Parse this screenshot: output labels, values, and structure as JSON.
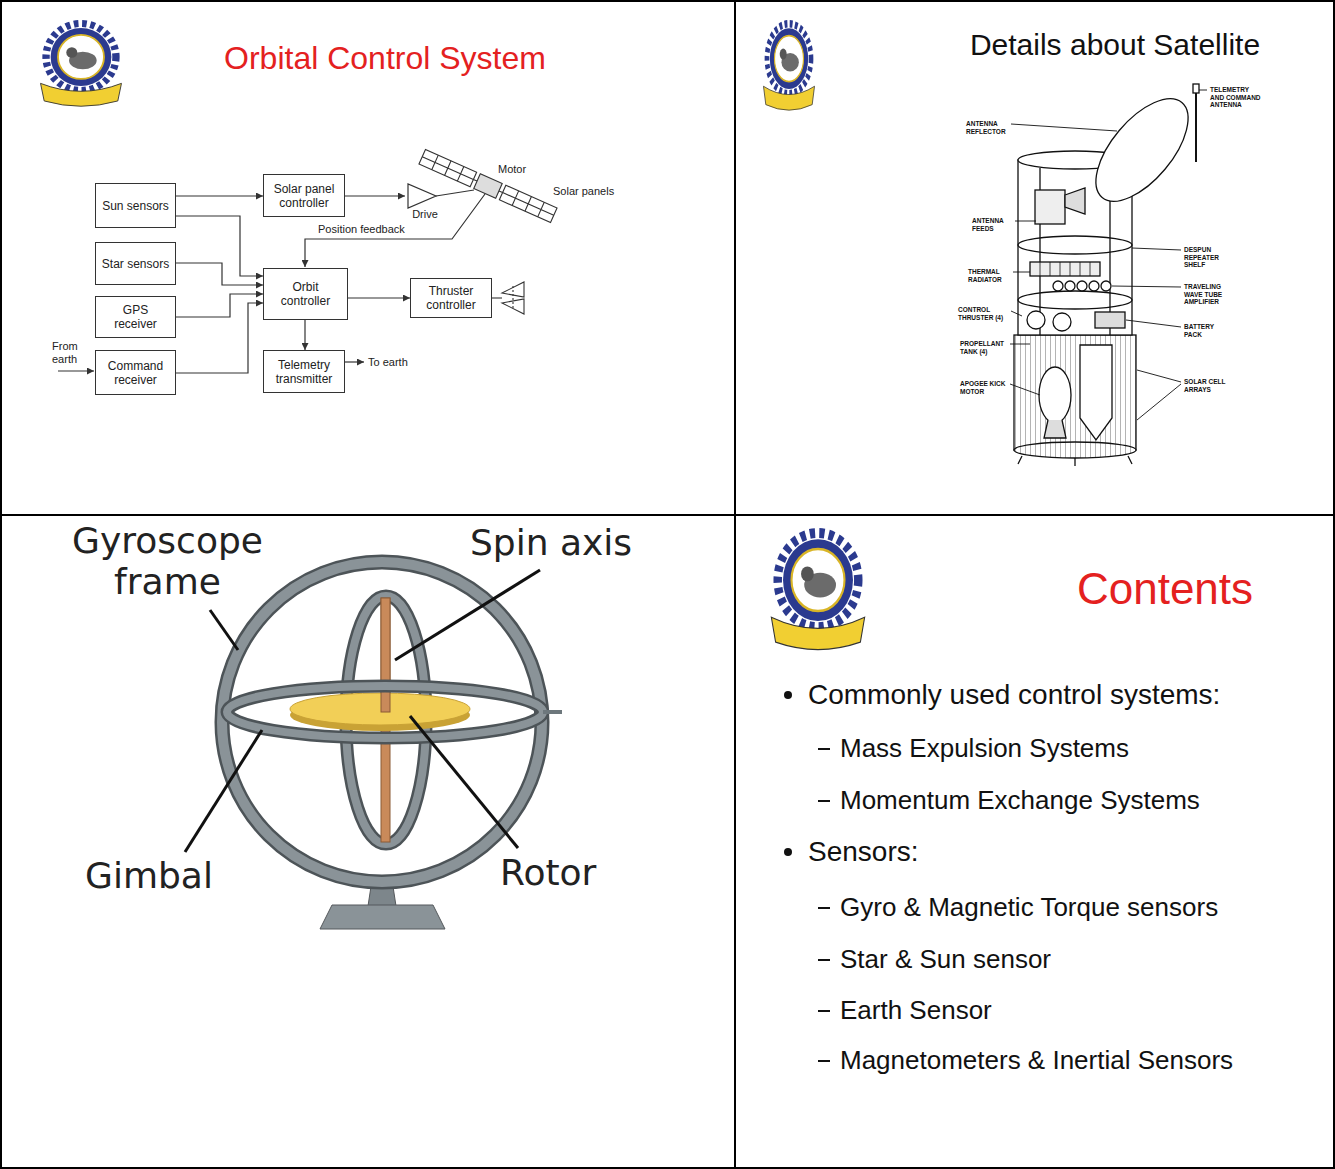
{
  "diagram": {
    "nodes": [
      {
        "text": [
          "Orbital Control System"
        ]
      },
      {
        "text": [
          "Sun sensors"
        ],
        "in": 0
      },
      {
        "text": [
          "Solar panel controller"
        ],
        "in": 0
      },
      {
        "text": [
          "Drive"
        ],
        "in": 0
      },
      {
        "text": [
          "Star sensors"
        ],
        "in": 0
      },
      {
        "text": [
          "Orbit controller"
        ],
        "in": 0
      },
      {
        "text": [
          "Thruster controller"
        ],
        "in": 0
      },
      {
        "text": [
          "GPS receiver"
        ],
        "in": 0
      },
      {
        "text": [
          "Command receiver"
        ],
        "in": 0
      },
      {
        "text": [
          "Telemetry transmitter"
        ],
        "in": 0
      },
      {
        "text": [
          "Details about Satellite"
        ]
      },
      {
        "text": [
          "Contents",
          "Commonly used control systems:",
          "Mass Expulsion Systems",
          "Momentum Exchange Systems",
          "Sensors:",
          "Gyro & Magnetic Torque sensors",
          "Star & Sun sensor",
          "Earth Sensor",
          "Magnetometers & Inertial Sensors"
        ]
      }
    ],
    "edges": [
      {
        "from": 1,
        "to": 2,
        "arrow": "to"
      },
      {
        "from": 1,
        "to": 5,
        "arrow": "to"
      },
      {
        "from": 4,
        "to": 5,
        "arrow": "to"
      },
      {
        "from": 7,
        "to": 5,
        "arrow": "to"
      },
      {
        "from": 8,
        "to": 5,
        "arrow": "to"
      },
      {
        "from": 2,
        "to": 3,
        "arrow": "to"
      },
      {
        "from": 5,
        "to": 6,
        "arrow": "to"
      },
      {
        "from": 5,
        "to": 9,
        "arrow": "to"
      }
    ],
    "labels": [
      "Motor",
      "Solar panels",
      "Position feedback",
      "From earth",
      "To earth",
      "TELEMETRY AND COMMAND ANTENNA",
      "ANTENNA REFLECTOR",
      "ANTENNA FEEDS",
      "DESPUN REPEATER SHELF",
      "THERMAL RADIATOR",
      "TRAVELING WAVE TUBE AMPLIFIER",
      "CONTROL THRUSTER (4)",
      "BATTERY PACK",
      "PROPELLANT TANK (4)",
      "APOGEE KICK MOTOR",
      "SOLAR CELL ARRAYS",
      "Gyroscope frame",
      "Spin axis",
      "Gimbal",
      "Rotor"
    ]
  }
}
